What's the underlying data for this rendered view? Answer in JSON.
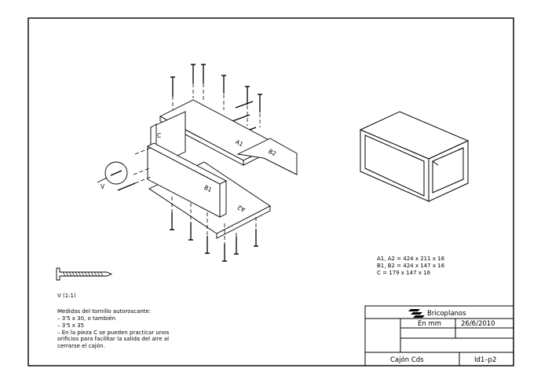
{
  "detail": {
    "view_marker": "V",
    "scale_caption": "V (1:1)"
  },
  "parts": {
    "a1": "A1",
    "a2": "A2",
    "b1": "B1",
    "b2": "B2",
    "c": "C"
  },
  "dimensions": [
    "A1, A2 = 424 x 211 x 16",
    "B1, B2 = 424 x 147 x 16",
    "C = 179 x 147 x 16"
  ],
  "notes": [
    "Medidas del tornillo autoroscante:",
    "– 3'5 x 30, o también",
    "– 3'5 x 35",
    "– En la pieza C se pueden practicar unos",
    "orificios para facilitar la salida del aire al",
    "cerrarse el cajón."
  ],
  "title_block": {
    "company": "Bricoplanos",
    "units": "En mm",
    "date": "26/6/2010",
    "title": "Cajón Cds",
    "sheet_id": "Id1–p2"
  }
}
